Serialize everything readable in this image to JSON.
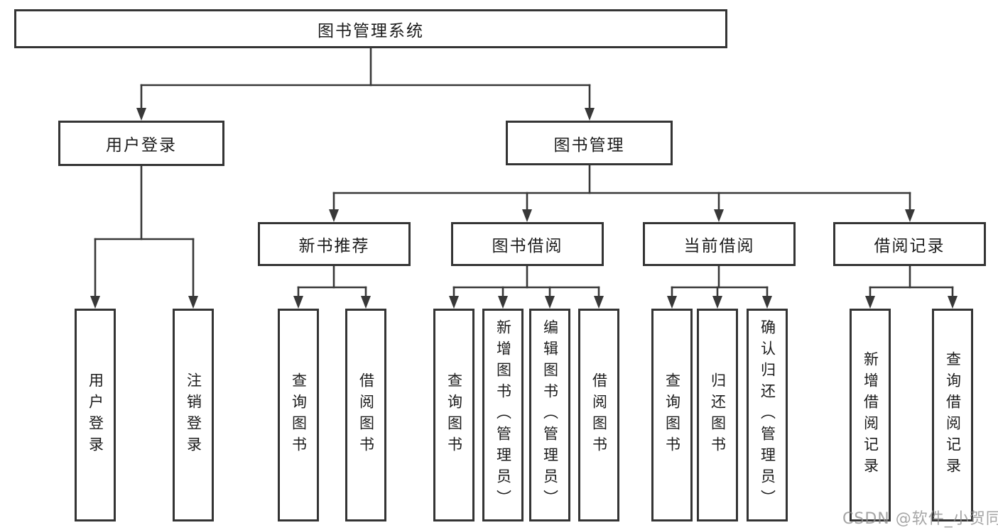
{
  "diagram": {
    "root": {
      "label": "图书管理系统"
    },
    "branches": [
      {
        "label": "用户登录",
        "children": [
          {
            "label": "用户登录"
          },
          {
            "label": "注销登录"
          }
        ]
      },
      {
        "label": "图书管理",
        "children": [
          {
            "label": "新书推荐",
            "children": [
              {
                "label": "查询图书"
              },
              {
                "label": "借阅图书"
              }
            ]
          },
          {
            "label": "图书借阅",
            "children": [
              {
                "label": "查询图书"
              },
              {
                "label": "新增图书（管理员）"
              },
              {
                "label": "编辑图书（管理员）"
              },
              {
                "label": "借阅图书"
              }
            ]
          },
          {
            "label": "当前借阅",
            "children": [
              {
                "label": "查询图书"
              },
              {
                "label": "归还图书"
              },
              {
                "label": "确认归还（管理员）"
              }
            ]
          },
          {
            "label": "借阅记录",
            "children": [
              {
                "label": "新增借阅记录"
              },
              {
                "label": "查询借阅记录"
              }
            ]
          }
        ]
      }
    ],
    "watermark": "CSDN @软件_小贺同学"
  }
}
